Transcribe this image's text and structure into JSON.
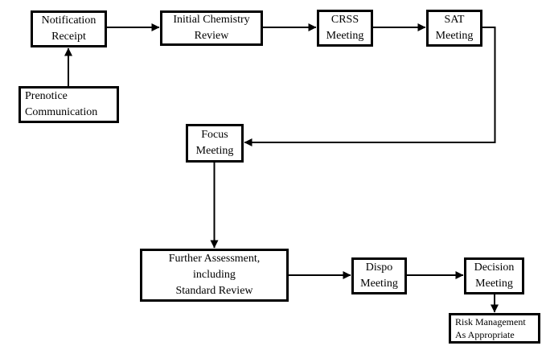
{
  "diagram": {
    "type": "flowchart",
    "colors": {
      "background": "#ffffff",
      "box_border": "#000000",
      "line": "#000000",
      "text": "#000000"
    },
    "boxes": [
      {
        "id": "notification-receipt",
        "lines": [
          "Notification",
          "Receipt"
        ]
      },
      {
        "id": "initial-chemistry-review",
        "lines": [
          "Initial Chemistry",
          "Review"
        ]
      },
      {
        "id": "crss-meeting",
        "lines": [
          "CRSS",
          "Meeting"
        ]
      },
      {
        "id": "sat-meeting",
        "lines": [
          "SAT",
          "Meeting"
        ]
      },
      {
        "id": "prenotice-communication",
        "lines": [
          "Prenotice",
          "Communication"
        ]
      },
      {
        "id": "focus-meeting",
        "lines": [
          "Focus",
          "Meeting"
        ]
      },
      {
        "id": "further-assessment",
        "lines": [
          "Further Assessment,",
          "including",
          "Standard Review"
        ]
      },
      {
        "id": "dispo-meeting",
        "lines": [
          "Dispo",
          "Meeting"
        ]
      },
      {
        "id": "decision-meeting",
        "lines": [
          "Decision",
          "Meeting"
        ]
      },
      {
        "id": "risk-management",
        "lines": [
          "Risk Management",
          "As Appropriate"
        ]
      }
    ],
    "edges": [
      {
        "from": "prenotice-communication",
        "to": "notification-receipt",
        "direction": "up"
      },
      {
        "from": "notification-receipt",
        "to": "initial-chemistry-review",
        "direction": "right"
      },
      {
        "from": "initial-chemistry-review",
        "to": "crss-meeting",
        "direction": "right"
      },
      {
        "from": "crss-meeting",
        "to": "sat-meeting",
        "direction": "right"
      },
      {
        "from": "sat-meeting",
        "to": "focus-meeting",
        "direction": "right-down-left elbow"
      },
      {
        "from": "focus-meeting",
        "to": "further-assessment",
        "direction": "down"
      },
      {
        "from": "further-assessment",
        "to": "dispo-meeting",
        "direction": "right"
      },
      {
        "from": "dispo-meeting",
        "to": "decision-meeting",
        "direction": "right"
      },
      {
        "from": "decision-meeting",
        "to": "risk-management",
        "direction": "down"
      }
    ]
  }
}
